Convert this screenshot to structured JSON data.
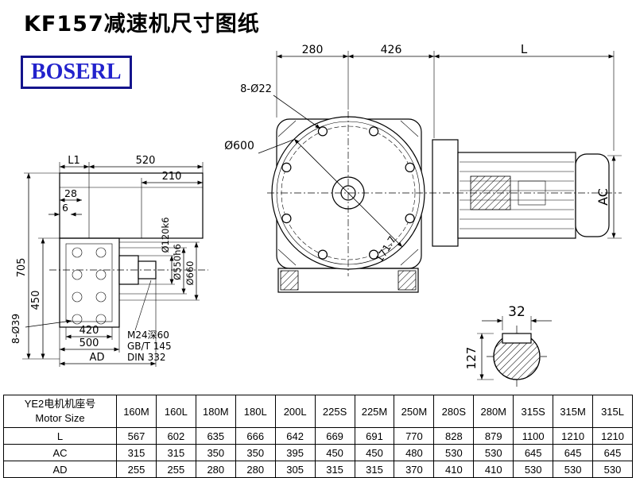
{
  "title": "KF157减速机尺寸图纸",
  "logo": "BOSERL",
  "drawing": {
    "front": {
      "d280": "280",
      "d426": "426",
      "dL": "L",
      "bolt_label": "8-Ø22",
      "diameter": "Ø600",
      "diag": "171.7",
      "dAC": "AC",
      "key_width": "32",
      "shaft_dia": "127"
    },
    "side": {
      "dL1": "L1",
      "d520": "520",
      "d210": "210",
      "d28": "28",
      "d6": "6",
      "d705": "705",
      "d450": "450",
      "bolt_label": "8-Ø39",
      "d420": "420",
      "d500": "500",
      "dAD": "AD",
      "dia1": "Ø120k6",
      "dia2": "Ø550h6",
      "dia3": "Ø660",
      "note1": "M24深60",
      "note2": "GB/T 145",
      "note3": "DIN 332"
    }
  },
  "table": {
    "header_cn": "YE2电机机座号",
    "header_en": "Motor Size",
    "columns": [
      "160M",
      "160L",
      "180M",
      "180L",
      "200L",
      "225S",
      "225M",
      "250M",
      "280S",
      "280M",
      "315S",
      "315M",
      "315L"
    ],
    "rows": [
      {
        "label": "L",
        "values": [
          567,
          602,
          635,
          666,
          642,
          669,
          691,
          770,
          828,
          879,
          1100,
          1210,
          1210
        ]
      },
      {
        "label": "AC",
        "values": [
          315,
          315,
          350,
          350,
          395,
          450,
          450,
          480,
          530,
          530,
          645,
          645,
          645
        ]
      },
      {
        "label": "AD",
        "values": [
          255,
          255,
          280,
          280,
          305,
          315,
          315,
          370,
          410,
          410,
          530,
          530,
          530
        ]
      }
    ]
  }
}
